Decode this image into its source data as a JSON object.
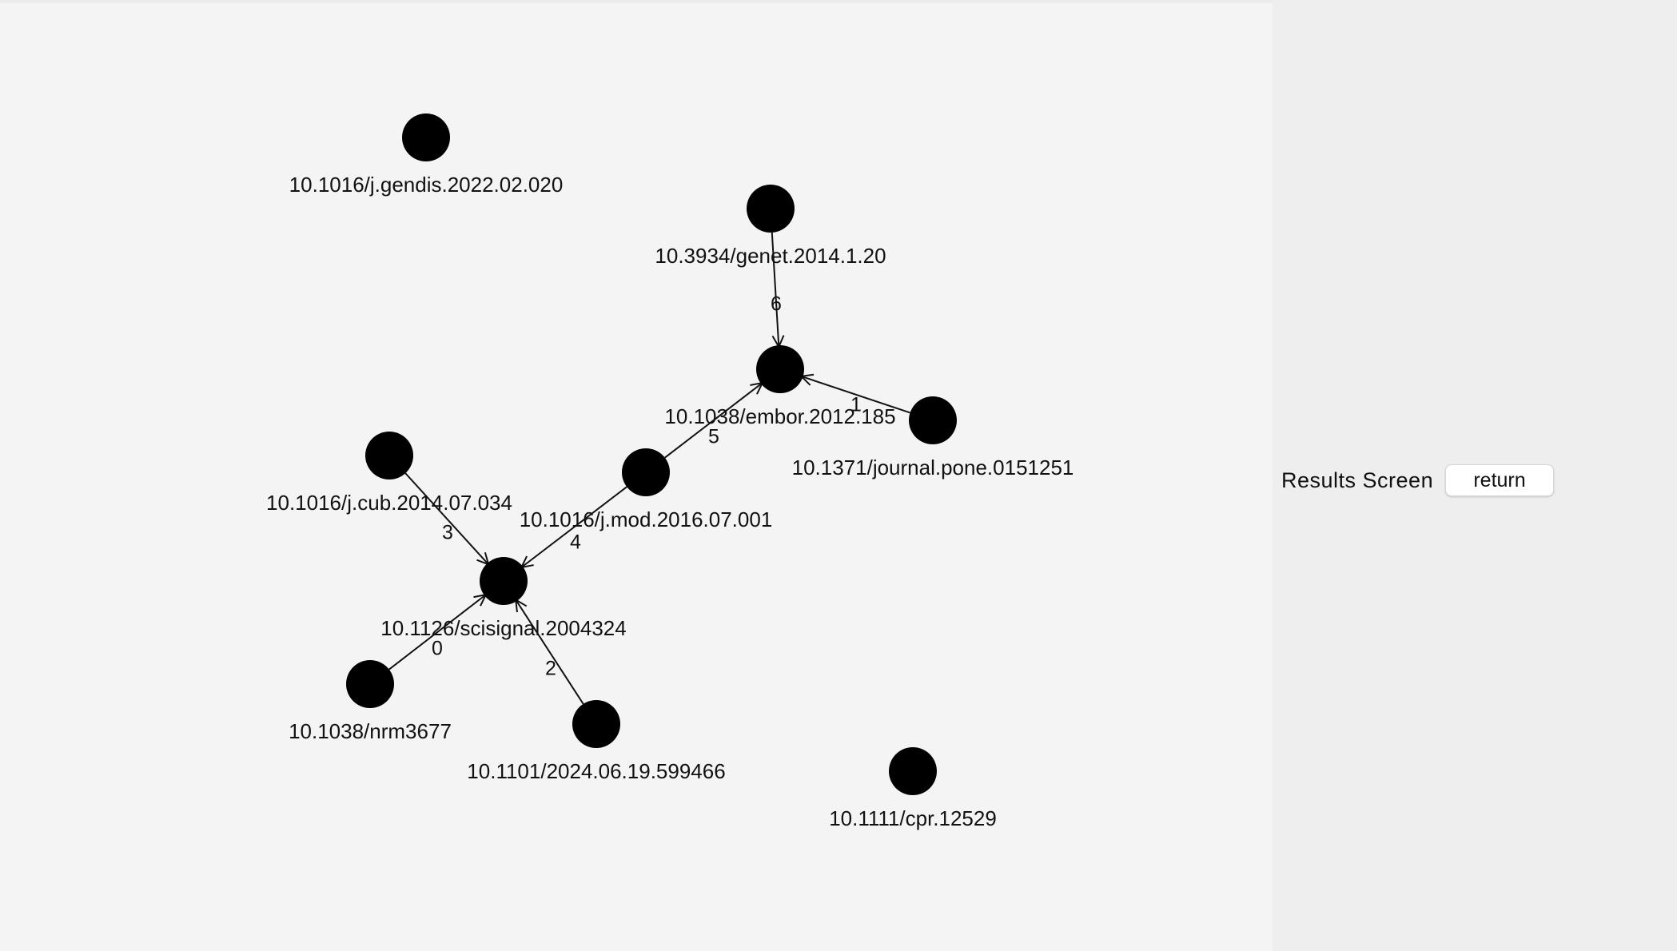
{
  "side_panel": {
    "results_label": "Results Screen",
    "return_label": "return"
  },
  "graph": {
    "colors": {
      "node": "#000000",
      "edge": "#111111",
      "background": "#f4f4f4",
      "panel": "#eeeeee"
    },
    "nodes": [
      {
        "id": "n_gendis",
        "label": "10.1016/j.gendis.2022.02.020"
      },
      {
        "id": "n_genet",
        "label": "10.3934/genet.2014.1.20"
      },
      {
        "id": "n_embor",
        "label": "10.1038/embor.2012.185"
      },
      {
        "id": "n_pone",
        "label": "10.1371/journal.pone.0151251"
      },
      {
        "id": "n_cub",
        "label": "10.1016/j.cub.2014.07.034"
      },
      {
        "id": "n_mod",
        "label": "10.1016/j.mod.2016.07.001"
      },
      {
        "id": "n_scisignal",
        "label": "10.1126/scisignal.2004324"
      },
      {
        "id": "n_nrm",
        "label": "10.1038/nrm3677"
      },
      {
        "id": "n_biorxiv",
        "label": "10.1101/2024.06.19.599466"
      },
      {
        "id": "n_cpr",
        "label": "10.1111/cpr.12529"
      }
    ],
    "edges": [
      {
        "from": "n_nrm",
        "to": "n_scisignal",
        "label": "0"
      },
      {
        "from": "n_pone",
        "to": "n_embor",
        "label": "1"
      },
      {
        "from": "n_biorxiv",
        "to": "n_scisignal",
        "label": "2"
      },
      {
        "from": "n_cub",
        "to": "n_scisignal",
        "label": "3"
      },
      {
        "from": "n_mod",
        "to": "n_scisignal",
        "label": "4"
      },
      {
        "from": "n_mod",
        "to": "n_embor",
        "label": "5"
      },
      {
        "from": "n_genet",
        "to": "n_embor",
        "label": "6"
      }
    ]
  }
}
